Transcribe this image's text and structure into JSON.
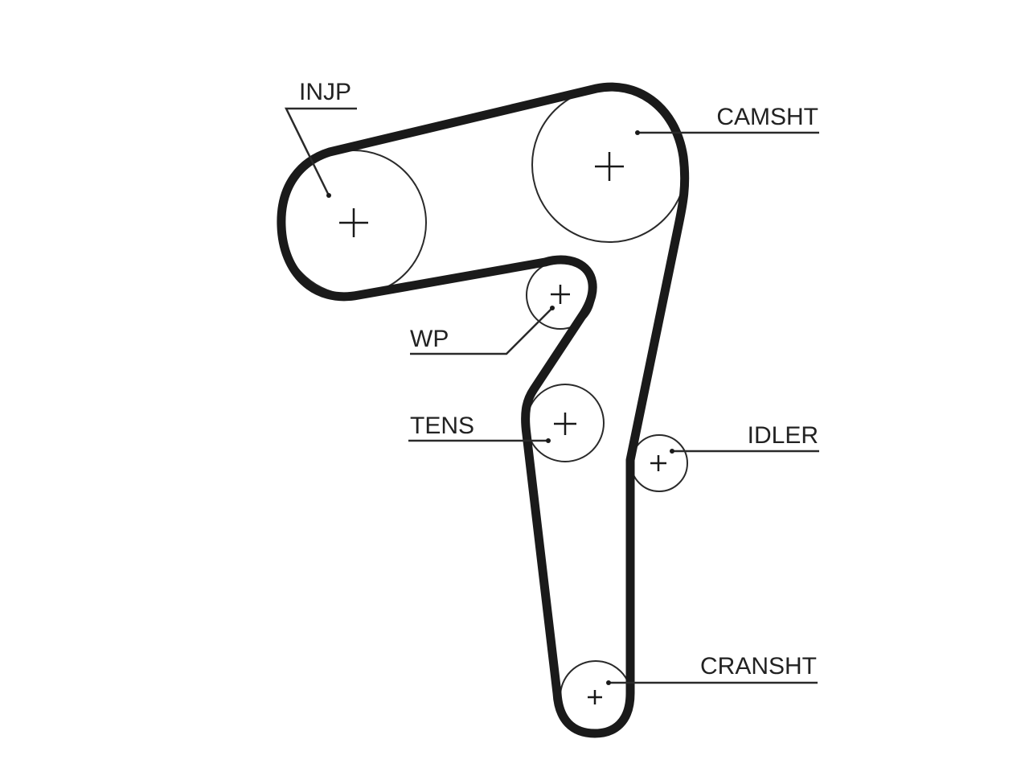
{
  "labels": {
    "injp": "INJP",
    "camsht": "CAMSHT",
    "wp": "WP",
    "tens": "TENS",
    "idler": "IDLER",
    "cransht": "CRANSHT"
  },
  "colors": {
    "belt": "#1a1a1a",
    "line": "#2a2a2a",
    "text": "#222222",
    "background": "#ffffff"
  }
}
